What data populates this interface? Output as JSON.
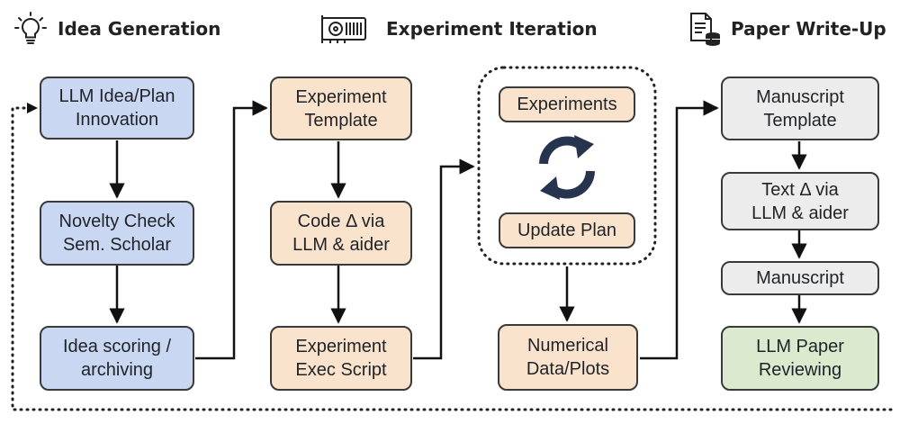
{
  "headers": {
    "idea": "Idea Generation",
    "experiment": "Experiment Iteration",
    "paper": "Paper Write-Up"
  },
  "icons": {
    "idea": "lightbulb-icon",
    "experiment": "gpu-card-icon",
    "paper": "document-database-icon",
    "loop": "refresh-cycle-icon"
  },
  "colors": {
    "idea_box": "#c9d7f2",
    "experiment_box": "#f9e3cc",
    "paper_box": "#ececec",
    "review_box": "#dbe9cf",
    "loop_icon": "#27344f"
  },
  "nodes": {
    "llm_idea": "LLM Idea/Plan\nInnovation",
    "novelty": "Novelty Check\nSem. Scholar",
    "idea_scoring": "Idea scoring /\narchiving",
    "exp_template": "Experiment\nTemplate",
    "code_delta": "Code Δ via\nLLM & aider",
    "exec_script": "Experiment\nExec Script",
    "experiments": "Experiments",
    "update_plan": "Update Plan",
    "numerical": "Numerical\nData/Plots",
    "manuscript_template": "Manuscript\nTemplate",
    "text_delta": "Text Δ via\nLLM & aider",
    "manuscript": "Manuscript",
    "llm_review": "LLM Paper\nReviewing"
  }
}
